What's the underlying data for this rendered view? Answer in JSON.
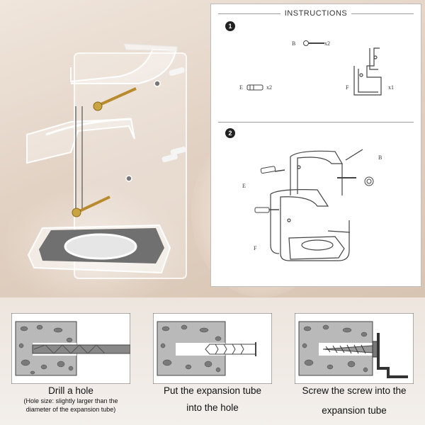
{
  "instructions": {
    "title": "INSTRUCTIONS",
    "step1": {
      "number": "1",
      "part_b": "B",
      "part_b_qty": "x2",
      "part_e": "E",
      "part_e_qty": "x2",
      "part_f": "F",
      "part_f_qty": "x1"
    },
    "step2": {
      "number": "2",
      "label_b": "B",
      "label_e": "E",
      "label_f": "F"
    }
  },
  "steps": [
    {
      "line1": "Drill a hole",
      "line2": "(Hole size: slightly larger than the",
      "line3": "diameter of the expansion tube)"
    },
    {
      "line1": "Put the expansion tube",
      "line2": "into the hole"
    },
    {
      "line1": "Screw the screw into the",
      "line2": "expansion tube"
    }
  ]
}
